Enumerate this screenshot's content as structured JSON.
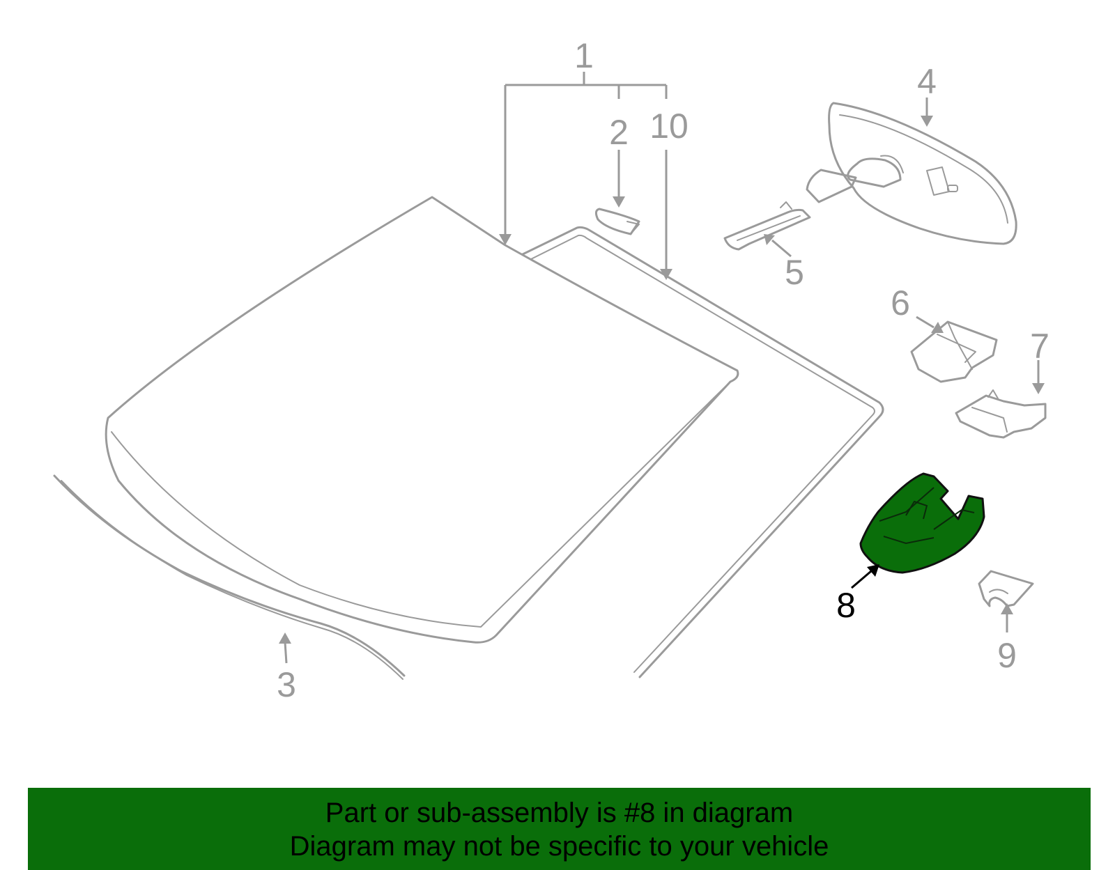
{
  "diagram": {
    "callouts": [
      "1",
      "2",
      "10",
      "3",
      "4",
      "5",
      "6",
      "7",
      "8",
      "9"
    ],
    "highlighted_part": "8"
  },
  "banner": {
    "line1": "Part or sub-assembly is #8 in diagram",
    "line2": "Diagram may not be specific to your vehicle"
  },
  "colors": {
    "banner_background": "#0a6e0a",
    "highlight": "#0a6e0a",
    "part_outline": "#9a9a9a",
    "text": "#000000"
  }
}
